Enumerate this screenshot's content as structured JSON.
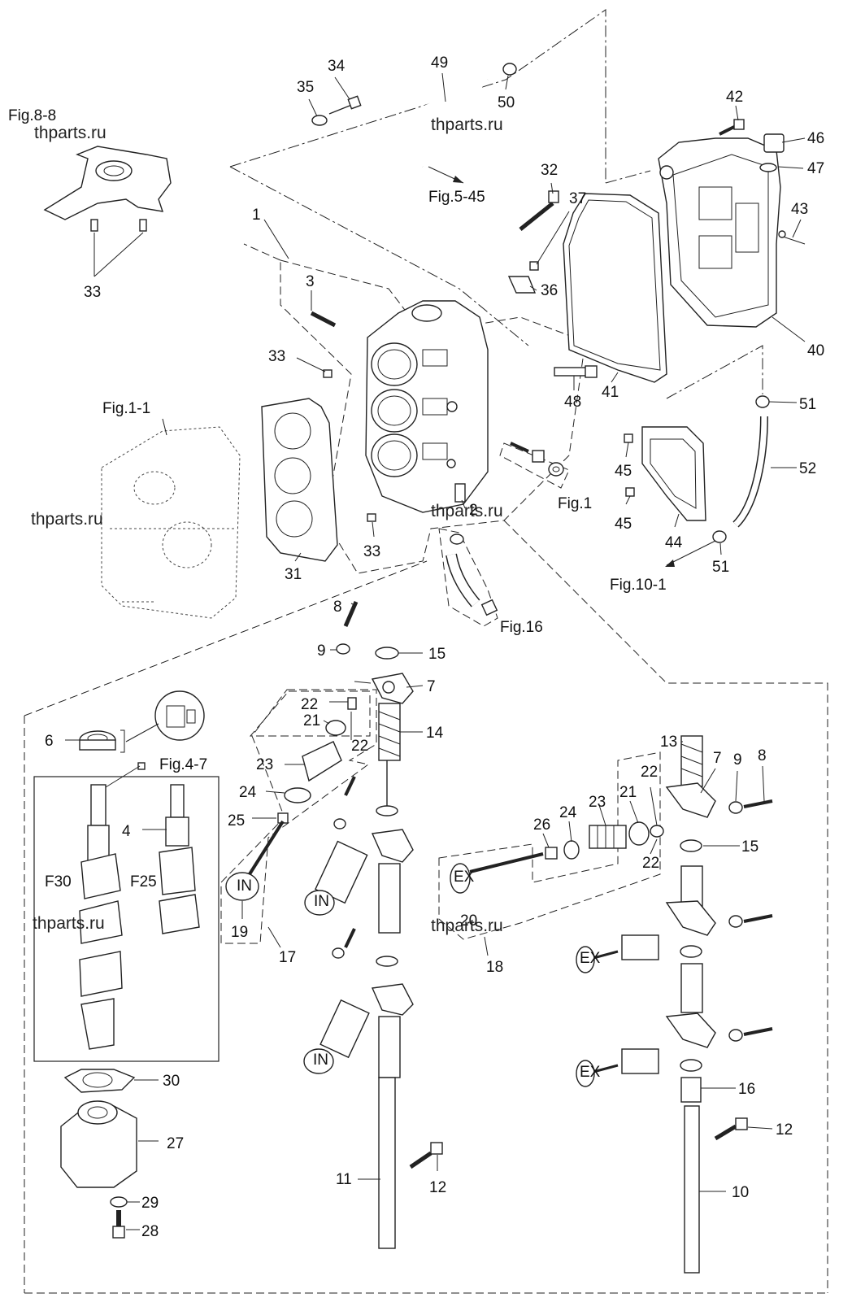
{
  "diagram": {
    "watermark_text": "thparts.ru",
    "references": {
      "fig_8_8": "Fig.8-8",
      "fig_5_45": "Fig.5-45",
      "fig_1_1": "Fig.1-1",
      "fig_1": "Fig.1",
      "fig_16": "Fig.16",
      "fig_10_1": "Fig.10-1",
      "fig_4_7": "Fig.4-7"
    },
    "labels": {
      "p1": "1",
      "p2": "2",
      "p3": "3",
      "p4": "4",
      "p6": "6",
      "p7a": "7",
      "p7b": "7",
      "p8a": "8",
      "p8b": "8",
      "p9a": "9",
      "p9b": "9",
      "p10": "10",
      "p11": "11",
      "p12a": "12",
      "p12b": "12",
      "p13": "13",
      "p14": "14",
      "p15a": "15",
      "p15b": "15",
      "p16": "16",
      "p17": "17",
      "p18": "18",
      "p19": "19",
      "p20": "20",
      "p21a": "21",
      "p21b": "21",
      "p22a": "22",
      "p22b": "22",
      "p22c": "22",
      "p22d": "22",
      "p23a": "23",
      "p23b": "23",
      "p24a": "24",
      "p24b": "24",
      "p25": "25",
      "p26": "26",
      "p27": "27",
      "p28": "28",
      "p29": "29",
      "p30": "30",
      "p31": "31",
      "p32": "32",
      "p33a": "33",
      "p33b": "33",
      "p33c": "33",
      "p34": "34",
      "p35": "35",
      "p36": "36",
      "p37": "37",
      "p40": "40",
      "p41": "41",
      "p42": "42",
      "p43": "43",
      "p44": "44",
      "p45a": "45",
      "p45b": "45",
      "p46": "46",
      "p47": "47",
      "p48": "48",
      "p49": "49",
      "p50": "50",
      "p51a": "51",
      "p51b": "51",
      "p52": "52",
      "f30": "F30",
      "f25": "F25"
    },
    "valve_marks": {
      "intake": "IN",
      "exhaust": "EX"
    }
  }
}
